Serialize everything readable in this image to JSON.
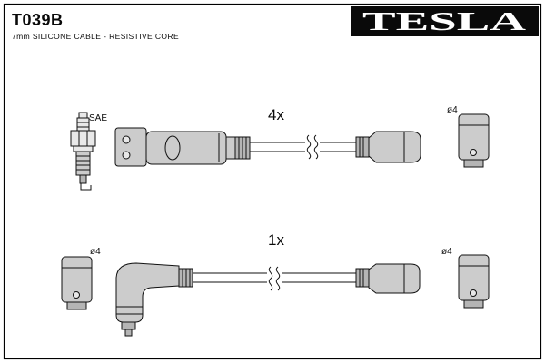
{
  "header": {
    "part_number": "T039B",
    "subtitle": "7mm SILICONE CABLE - RESISTIVE CORE",
    "brand": "TESLA"
  },
  "labels": {
    "spark_plug_standard": "SAE",
    "top_quantity": "4x",
    "bottom_quantity": "1x",
    "cap_diameter_top_right": "ø4",
    "cap_diameter_bottom_left": "ø4",
    "cap_diameter_bottom_right": "ø4"
  },
  "colors": {
    "logo_background": "#0a0a0a",
    "part_fill": "#cccccc",
    "line": "#111111"
  }
}
